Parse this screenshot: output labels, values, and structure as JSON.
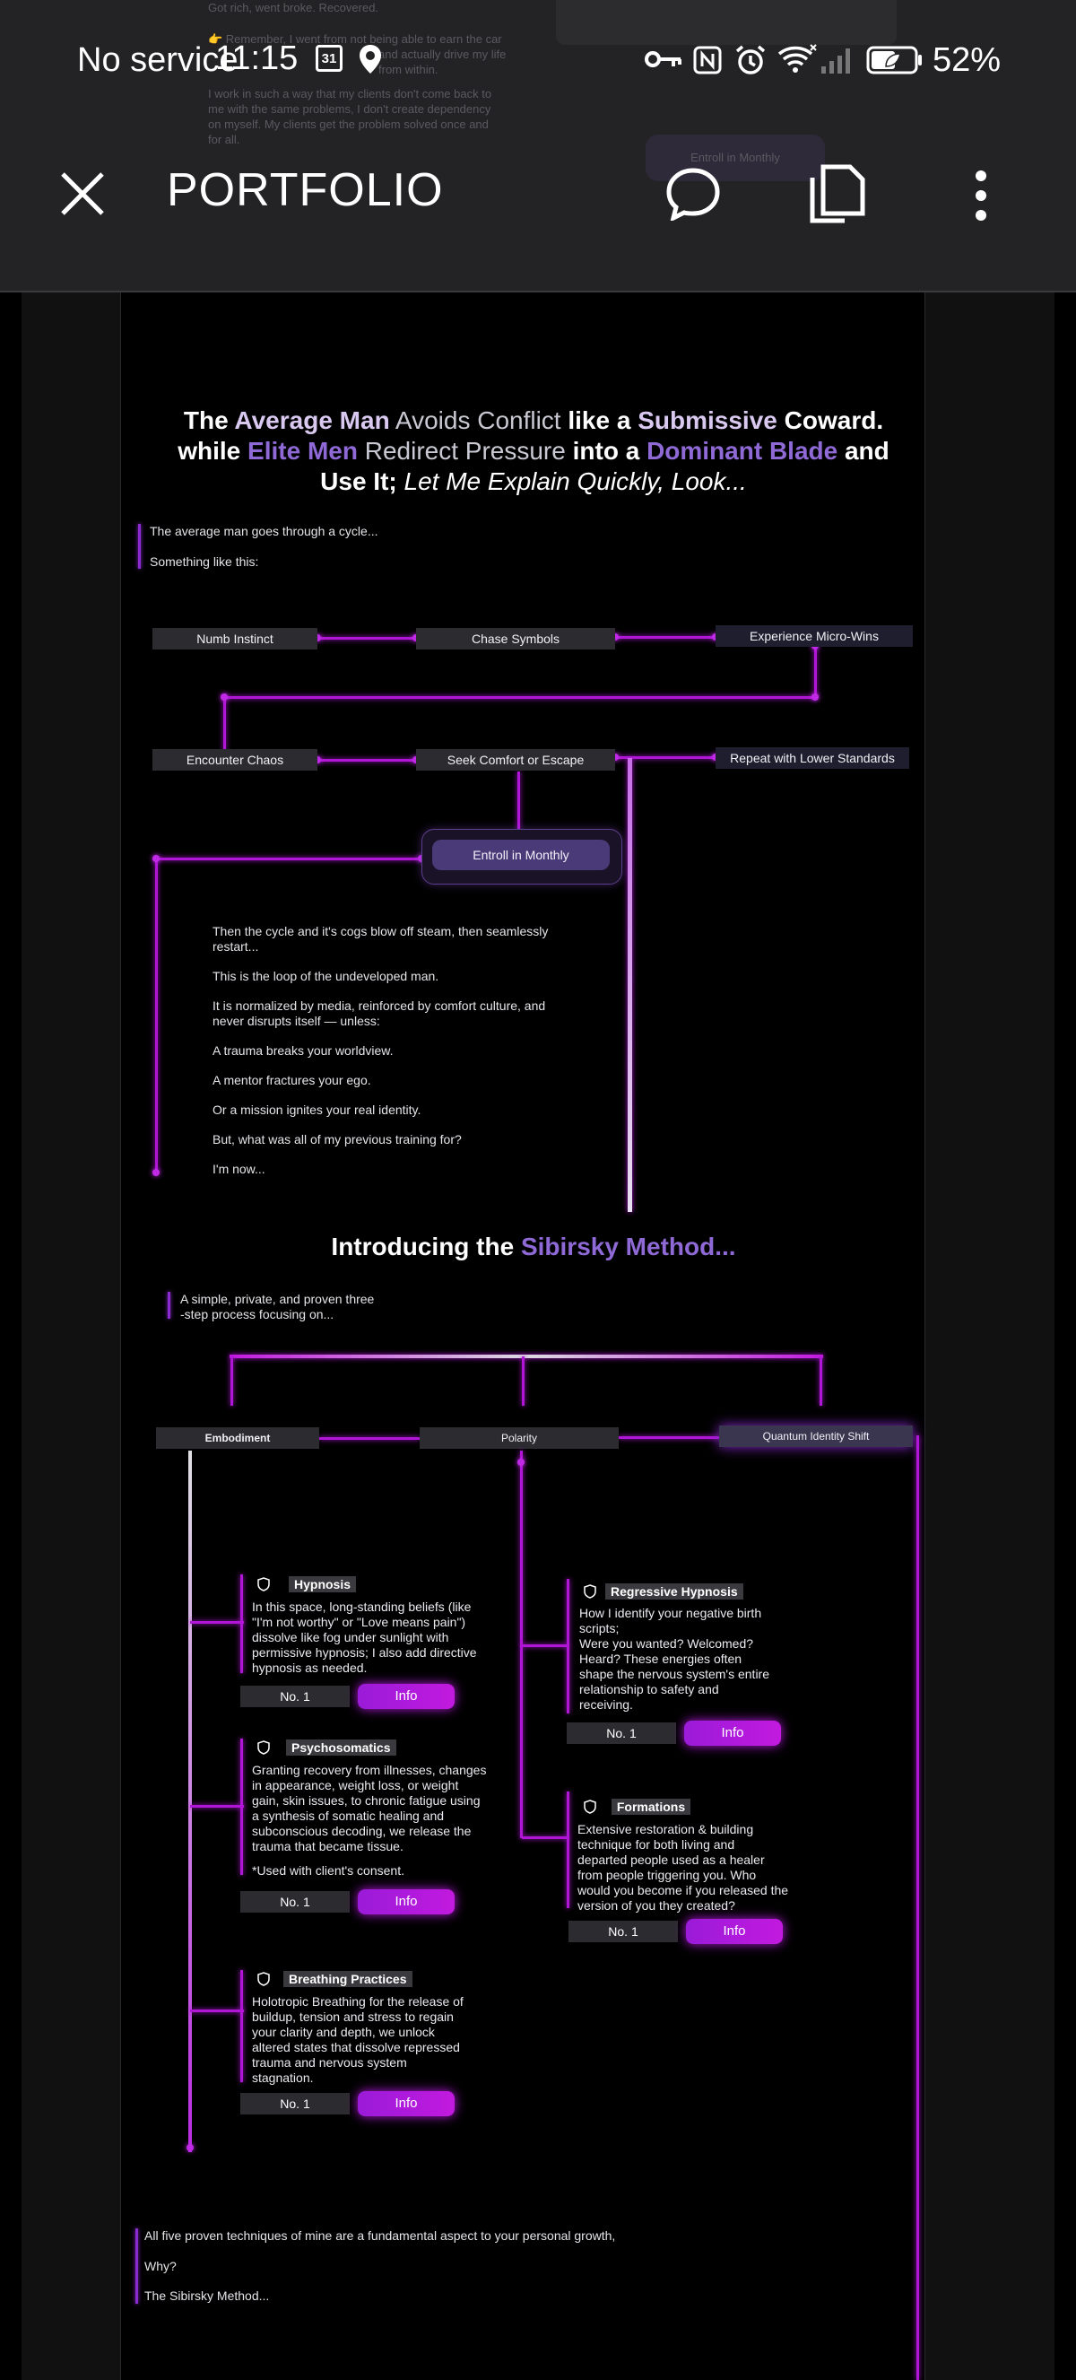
{
  "status_bar": {
    "carrier": "No service",
    "time": "11:15",
    "calendar_day": "31",
    "battery": "52%"
  },
  "background_ghost": {
    "lines": [
      "Got rich, went broke. Recovered.",
      "👉 Remember, I went from not being able to earn the car",
      "and actually drive my life",
      "from within.",
      "I work in such a way that my clients don't come back to",
      "me with the same problems, I don't create dependency",
      "on myself. My clients get the problem solved once and",
      "for all.",
      "Entroll in Monthly"
    ]
  },
  "toolbar": {
    "title": "PORTFOLIO"
  },
  "headline": {
    "p1": "The ",
    "p2": "Average Man",
    "p3": " Avoids Conflict",
    "p4": " like a ",
    "p5": "Submissive",
    "p6": " Coward.",
    "p7": "while ",
    "p8": "Elite Men",
    "p9": " Redirect Pressure",
    "p10": " into a ",
    "p11": "Dominant Blade",
    "p12": " and",
    "p13": "Use It;",
    "p14": " Let Me Explain Quickly, Look..."
  },
  "intro_quote": {
    "line1": "The average man goes through a cycle...",
    "line2": "Something like this:"
  },
  "cycle": {
    "n1": "Numb Instinct",
    "n2": "Chase Symbols",
    "n3": "Experience Micro-Wins",
    "n4": "Encounter Chaos",
    "n5": "Seek Comfort or Escape",
    "n6": "Repeat with Lower Standards",
    "cta": "Entroll in Monthly"
  },
  "cycle_text": [
    "Then the cycle and it's cogs blow off steam, then seamlessly",
    "restart...",
    "This is the loop of the undeveloped man.",
    "It is normalized by media, reinforced by comfort culture, and",
    "never disrupts itself — unless:",
    "A trauma breaks your worldview.",
    "A mentor fractures your ego.",
    "Or a mission ignites your real identity.",
    "But, what was all of my previous training for?",
    "I'm now..."
  ],
  "method": {
    "title_a": "Introducing the ",
    "title_b": "Sibirsky Method...",
    "desc1": "A simple, private, and proven three",
    "desc2": "-step process focusing on...",
    "steps": [
      "Embodiment",
      "Polarity",
      "Quantum Identity Shift"
    ]
  },
  "cards": {
    "no_label": "No. 1",
    "info_label": "Info",
    "hypnosis": {
      "title": "Hypnosis",
      "lines": [
        "In this space, long-standing beliefs (like",
        "\"I'm not worthy\" or \"Love means pain\")",
        "dissolve like fog under sunlight with",
        "permissive hypnosis; I also add directive",
        "hypnosis as needed."
      ]
    },
    "psychosomatics": {
      "title": "Psychosomatics",
      "lines": [
        "Granting recovery from illnesses, changes",
        "in appearance, weight loss, or weight",
        "gain, skin issues, to chronic fatigue using",
        "a synthesis of somatic healing and",
        "subconscious decoding, we release the",
        "trauma that became tissue."
      ],
      "note": "*Used with client's consent."
    },
    "breathing": {
      "title": "Breathing Practices",
      "lines": [
        "Holotropic Breathing for the release of",
        "buildup, tension and stress to regain",
        "your  clarity and depth, we unlock",
        "altered states that dissolve repressed",
        "trauma and nervous system",
        "stagnation."
      ]
    },
    "regressive": {
      "title": "Regressive Hypnosis",
      "lines": [
        "How I identify your negative birth",
        "scripts;",
        "Were you wanted? Welcomed?",
        "Heard? These energies often",
        "shape the nervous system's entire",
        "relationship to safety and",
        "receiving."
      ]
    },
    "formations": {
      "title": "Formations",
      "lines": [
        "Extensive restoration & building",
        "technique for both living and",
        "departed people used as a healer",
        "from people triggering you. Who",
        "would you become if you released the",
        "version of you they created?"
      ]
    }
  },
  "footer_quote": {
    "line1": "All five proven techniques of mine are a fundamental aspect to your personal growth,",
    "line2": "Why?",
    "line3": "The Sibirsky Method..."
  },
  "colors": {
    "accent": "#b016d6",
    "violet": "#8f6ad6",
    "lavender": "#d9c8f0",
    "toolbar_bg": "#232325"
  },
  "icons": [
    "key-icon",
    "nfc-icon",
    "alarm-icon",
    "wifi-icon",
    "signal-icon",
    "battery-icon",
    "location-icon",
    "calendar-icon",
    "close-icon",
    "comment-icon",
    "copy-icon",
    "more-vert-icon",
    "shield-icon"
  ]
}
